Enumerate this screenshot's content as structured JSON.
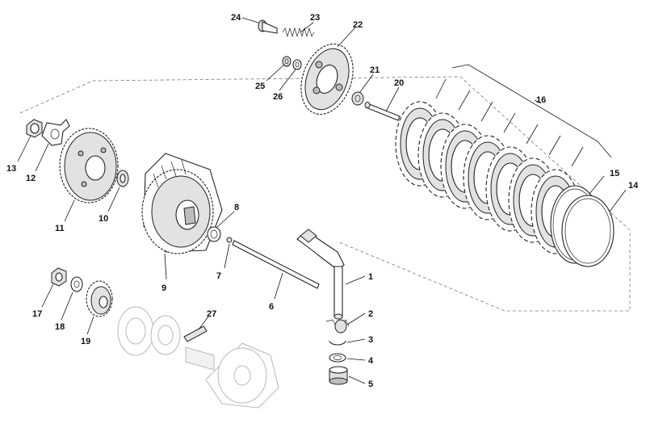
{
  "labels": {
    "l1": "1",
    "l2": "2",
    "l3": "3",
    "l4": "4",
    "l5": "5",
    "l6": "6",
    "l7": "7",
    "l8": "8",
    "l9": "9",
    "l10": "10",
    "l11": "11",
    "l12": "12",
    "l13": "13",
    "l14": "14",
    "l15": "15",
    "l16": "16",
    "l17": "17",
    "l18": "18",
    "l19": "19",
    "l20": "20",
    "l21": "21",
    "l22": "22",
    "l23": "23",
    "l24": "24",
    "l25": "25",
    "l26": "26",
    "l27": "27"
  },
  "colors": {
    "line": "#222222",
    "ghost": "#b8b8b8",
    "fill_light": "#e2e2e2",
    "fill_dark": "#bdbdbd"
  }
}
